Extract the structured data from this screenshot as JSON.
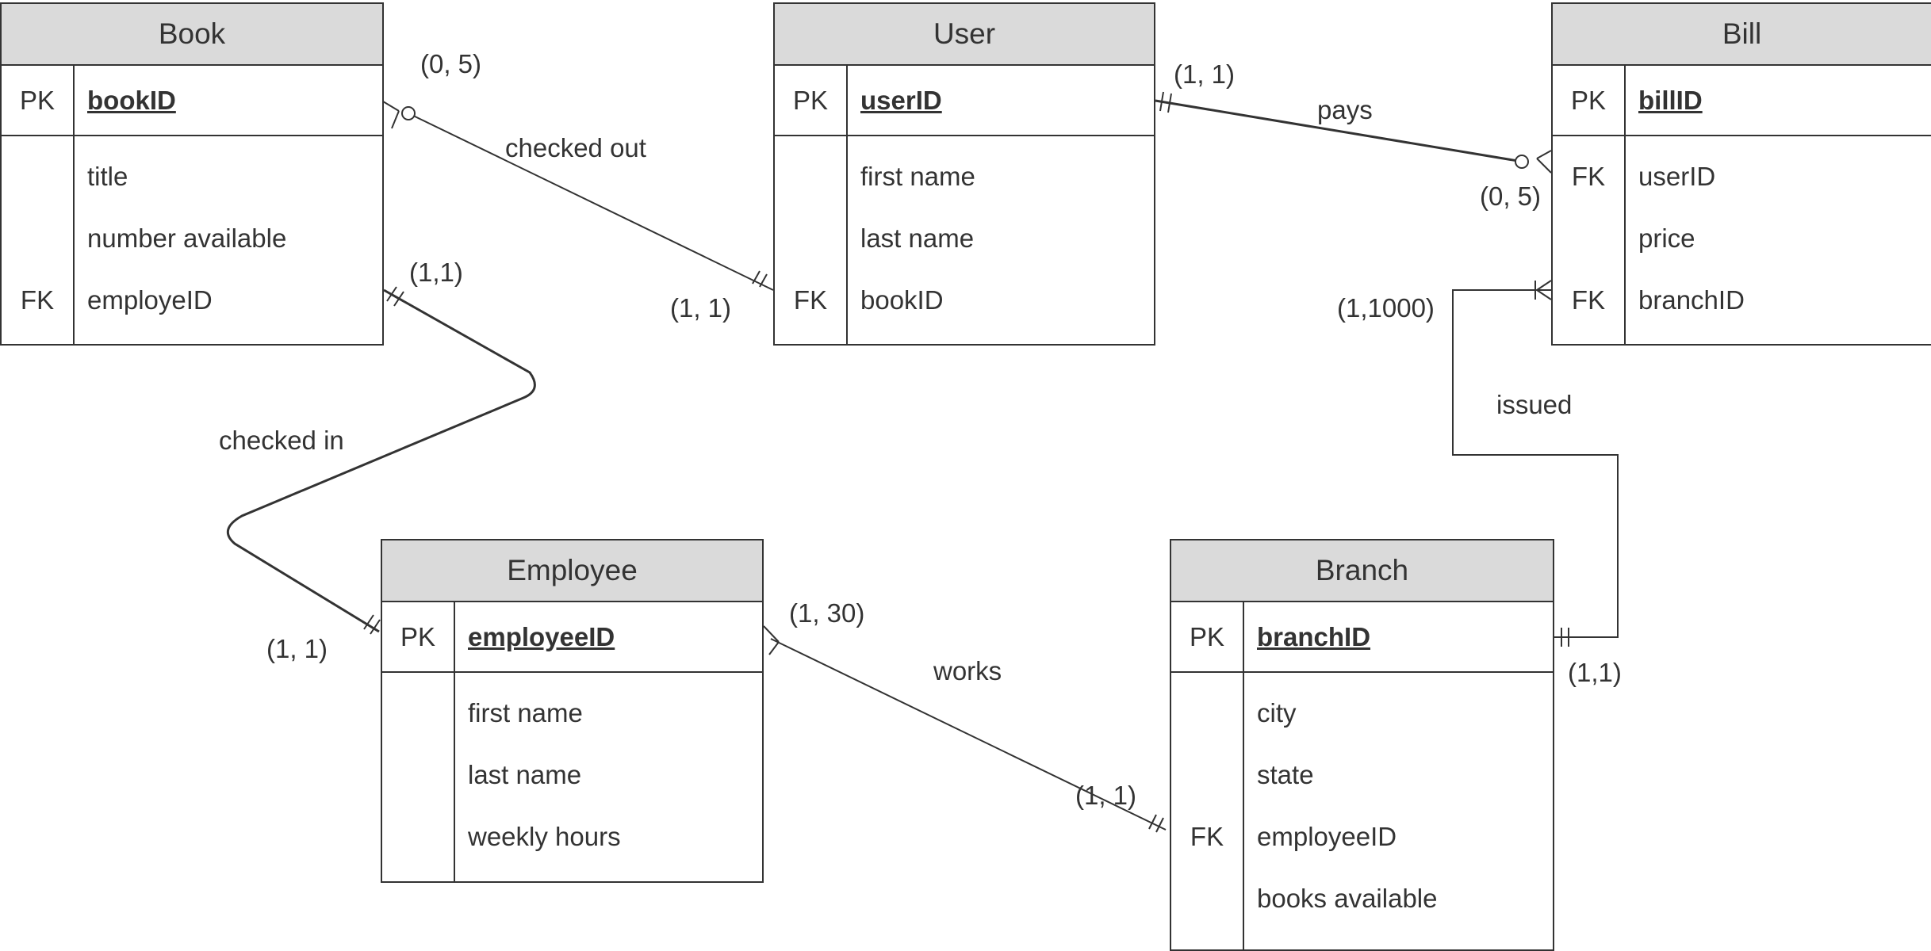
{
  "entities": {
    "book": {
      "title": "Book",
      "pk": {
        "key": "PK",
        "name": "bookID"
      },
      "attributes": [
        {
          "key": "",
          "name": "title"
        },
        {
          "key": "",
          "name": "number available"
        },
        {
          "key": "FK",
          "name": "employeID"
        }
      ]
    },
    "user": {
      "title": "User",
      "pk": {
        "key": "PK",
        "name": "userID"
      },
      "attributes": [
        {
          "key": "",
          "name": "first name"
        },
        {
          "key": "",
          "name": "last name"
        },
        {
          "key": "FK",
          "name": "bookID"
        }
      ]
    },
    "bill": {
      "title": "Bill",
      "pk": {
        "key": "PK",
        "name": "billID"
      },
      "attributes": [
        {
          "key": "FK",
          "name": "userID"
        },
        {
          "key": "",
          "name": "price"
        },
        {
          "key": "FK",
          "name": "branchID"
        }
      ]
    },
    "employee": {
      "title": "Employee",
      "pk": {
        "key": "PK",
        "name": "employeeID"
      },
      "attributes": [
        {
          "key": "",
          "name": "first name"
        },
        {
          "key": "",
          "name": "last name"
        },
        {
          "key": "",
          "name": "weekly hours"
        }
      ]
    },
    "branch": {
      "title": "Branch",
      "pk": {
        "key": "PK",
        "name": "branchID"
      },
      "attributes": [
        {
          "key": "",
          "name": "city"
        },
        {
          "key": "",
          "name": "state"
        },
        {
          "key": "FK",
          "name": "employeeID"
        },
        {
          "key": "",
          "name": "books available"
        }
      ]
    }
  },
  "relationships": {
    "checked_out": {
      "label": "checked out",
      "card_book": "(0, 5)",
      "card_user": "(1, 1)"
    },
    "pays": {
      "label": "pays",
      "card_user": "(1, 1)",
      "card_bill": "(0, 5)"
    },
    "checked_in": {
      "label": "checked in",
      "card_book": "(1,1)",
      "card_employee": "(1, 1)"
    },
    "works": {
      "label": "works",
      "card_employee": "(1, 30)",
      "card_branch": "(1, 1)"
    },
    "issued": {
      "label": "issued",
      "card_bill": "(1,1000)",
      "card_branch": "(1,1)"
    }
  },
  "colors": {
    "line": "#333333",
    "header": "#dadada",
    "background": "#ffffff"
  }
}
